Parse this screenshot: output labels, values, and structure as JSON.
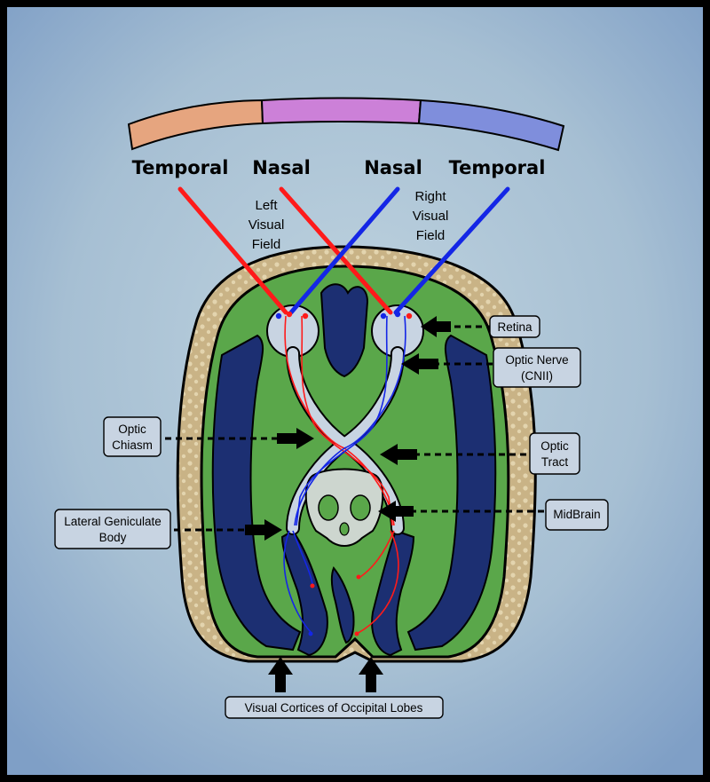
{
  "visual_field_labels": {
    "left_temporal": "Temporal",
    "left_nasal": "Nasal",
    "right_nasal": "Nasal",
    "right_temporal": "Temporal"
  },
  "field_captions": {
    "left": [
      "Left",
      "Visual",
      "Field"
    ],
    "right": [
      "Right",
      "Visual",
      "Field"
    ]
  },
  "callouts": {
    "retina": [
      "Retina"
    ],
    "optic_nerve": [
      "Optic Nerve",
      "(CNII)"
    ],
    "optic_chiasm": [
      "Optic",
      "Chiasm"
    ],
    "optic_tract": [
      "Optic",
      "Tract"
    ],
    "midbrain": [
      "MidBrain"
    ],
    "lateral_geniculate": [
      "Lateral Geniculate",
      "Body"
    ],
    "visual_cortices": [
      "Visual Cortices of Occipital Lobes"
    ]
  },
  "colors": {
    "temporal_left_band": "#e6a57f",
    "nasal_band": "#cc80d8",
    "temporal_right_band": "#7f8edc",
    "left_visual_ray": "#ff1a1a",
    "right_visual_ray": "#1426e6",
    "brain_tissue": "#5aa74a",
    "ventricles": "#1c2f72",
    "skull": "#c9b386",
    "background": "#a9c2d4"
  }
}
